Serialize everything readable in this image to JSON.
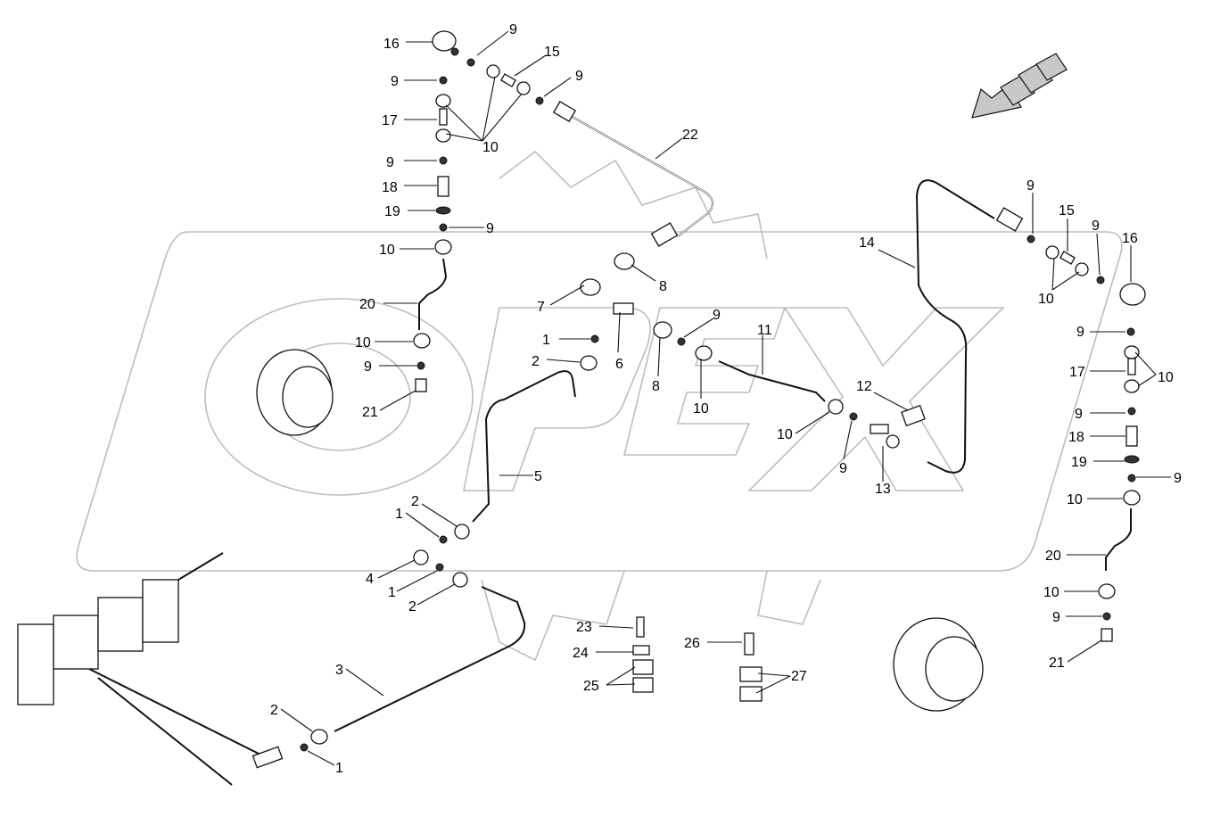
{
  "callouts": [
    {
      "text": "16"
    },
    {
      "text": "9"
    },
    {
      "text": "15"
    },
    {
      "text": "9"
    },
    {
      "text": "9"
    },
    {
      "text": "17"
    },
    {
      "text": "10"
    },
    {
      "text": "9"
    },
    {
      "text": "18"
    },
    {
      "text": "19"
    },
    {
      "text": "9"
    },
    {
      "text": "10"
    },
    {
      "text": "22"
    },
    {
      "text": "20"
    },
    {
      "text": "8"
    },
    {
      "text": "7"
    },
    {
      "text": "10"
    },
    {
      "text": "9"
    },
    {
      "text": "1"
    },
    {
      "text": "6"
    },
    {
      "text": "2"
    },
    {
      "text": "9"
    },
    {
      "text": "8"
    },
    {
      "text": "11"
    },
    {
      "text": "21"
    },
    {
      "text": "10"
    },
    {
      "text": "12"
    },
    {
      "text": "10"
    },
    {
      "text": "9"
    },
    {
      "text": "13"
    },
    {
      "text": "5"
    },
    {
      "text": "2"
    },
    {
      "text": "1"
    },
    {
      "text": "4"
    },
    {
      "text": "1"
    },
    {
      "text": "2"
    },
    {
      "text": "3"
    },
    {
      "text": "2"
    },
    {
      "text": "1"
    },
    {
      "text": "23"
    },
    {
      "text": "24"
    },
    {
      "text": "25"
    },
    {
      "text": "26"
    },
    {
      "text": "27"
    },
    {
      "text": "14"
    },
    {
      "text": "9"
    },
    {
      "text": "15"
    },
    {
      "text": "9"
    },
    {
      "text": "16"
    },
    {
      "text": "10"
    },
    {
      "text": "9"
    },
    {
      "text": "17"
    },
    {
      "text": "10"
    },
    {
      "text": "9"
    },
    {
      "text": "18"
    },
    {
      "text": "19"
    },
    {
      "text": "9"
    },
    {
      "text": "10"
    },
    {
      "text": "20"
    },
    {
      "text": "10"
    },
    {
      "text": "9"
    },
    {
      "text": "21"
    }
  ],
  "icons": {
    "direction_arrow": "arrow-icon",
    "watermark": "opex-watermark"
  },
  "colors": {
    "line": "#111111",
    "watermark": "#bdbdbd",
    "background": "#ffffff"
  }
}
